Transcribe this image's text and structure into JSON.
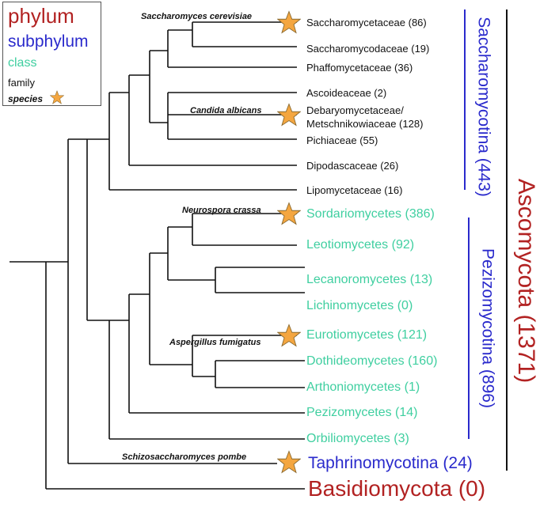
{
  "legend": {
    "phylum": "phylum",
    "subphylum": "subphylum",
    "class": "class",
    "family": "family",
    "species": "species"
  },
  "colors": {
    "phylum": "#b22222",
    "subphylum": "#2a2acc",
    "class": "#3fcfa0",
    "family": "#111111",
    "star": "#f4a640"
  },
  "icons": {
    "star": "star-icon"
  },
  "families": {
    "saccharomycetaceae": "Saccharomycetaceae (86)",
    "saccharomycodaceae": "Saccharomycodaceae (19)",
    "phaffomycetaceae": "Phaffomycetaceae (36)",
    "ascoideaceae": "Ascoideaceae (2)",
    "debaryomycetaceae_1": "Debaryomycetaceae/",
    "debaryomycetaceae_2": "Metschnikowiaceae (128)",
    "pichiaceae": "Pichiaceae (55)",
    "dipodascaceae": "Dipodascaceae (26)",
    "lipomycetaceae": "Lipomycetaceae (16)"
  },
  "classes": {
    "sordariomycetes": "Sordariomycetes (386)",
    "leotiomycetes": "Leotiomycetes (92)",
    "lecanoromycetes": "Lecanoromycetes (13)",
    "lichinomycetes": "Lichinomycetes (0)",
    "eurotiomycetes": "Eurotiomycetes (121)",
    "dothideomycetes": "Dothideomycetes (160)",
    "arthoniomycetes": "Arthoniomycetes (1)",
    "pezizomycetes": "Pezizomycetes (14)",
    "orbiliomycetes": "Orbiliomycetes (3)"
  },
  "subphyla": {
    "saccharomycotina": "Saccharomycotina (443)",
    "pezizomycotina": "Pezizomycotina (896)",
    "taphrinomycotina": "Taphrinomycotina (24)"
  },
  "phyla": {
    "ascomycota": "Ascomycota (1371)",
    "basidiomycota": "Basidiomycota (0)"
  },
  "species": {
    "s_cerevisiae": "Saccharomyces cerevisiae",
    "c_albicans": "Candida albicans",
    "n_crassa": "Neurospora crassa",
    "a_fumigatus": "Aspergillus fumigatus",
    "s_pombe": "Schizosaccharomyces pombe"
  }
}
